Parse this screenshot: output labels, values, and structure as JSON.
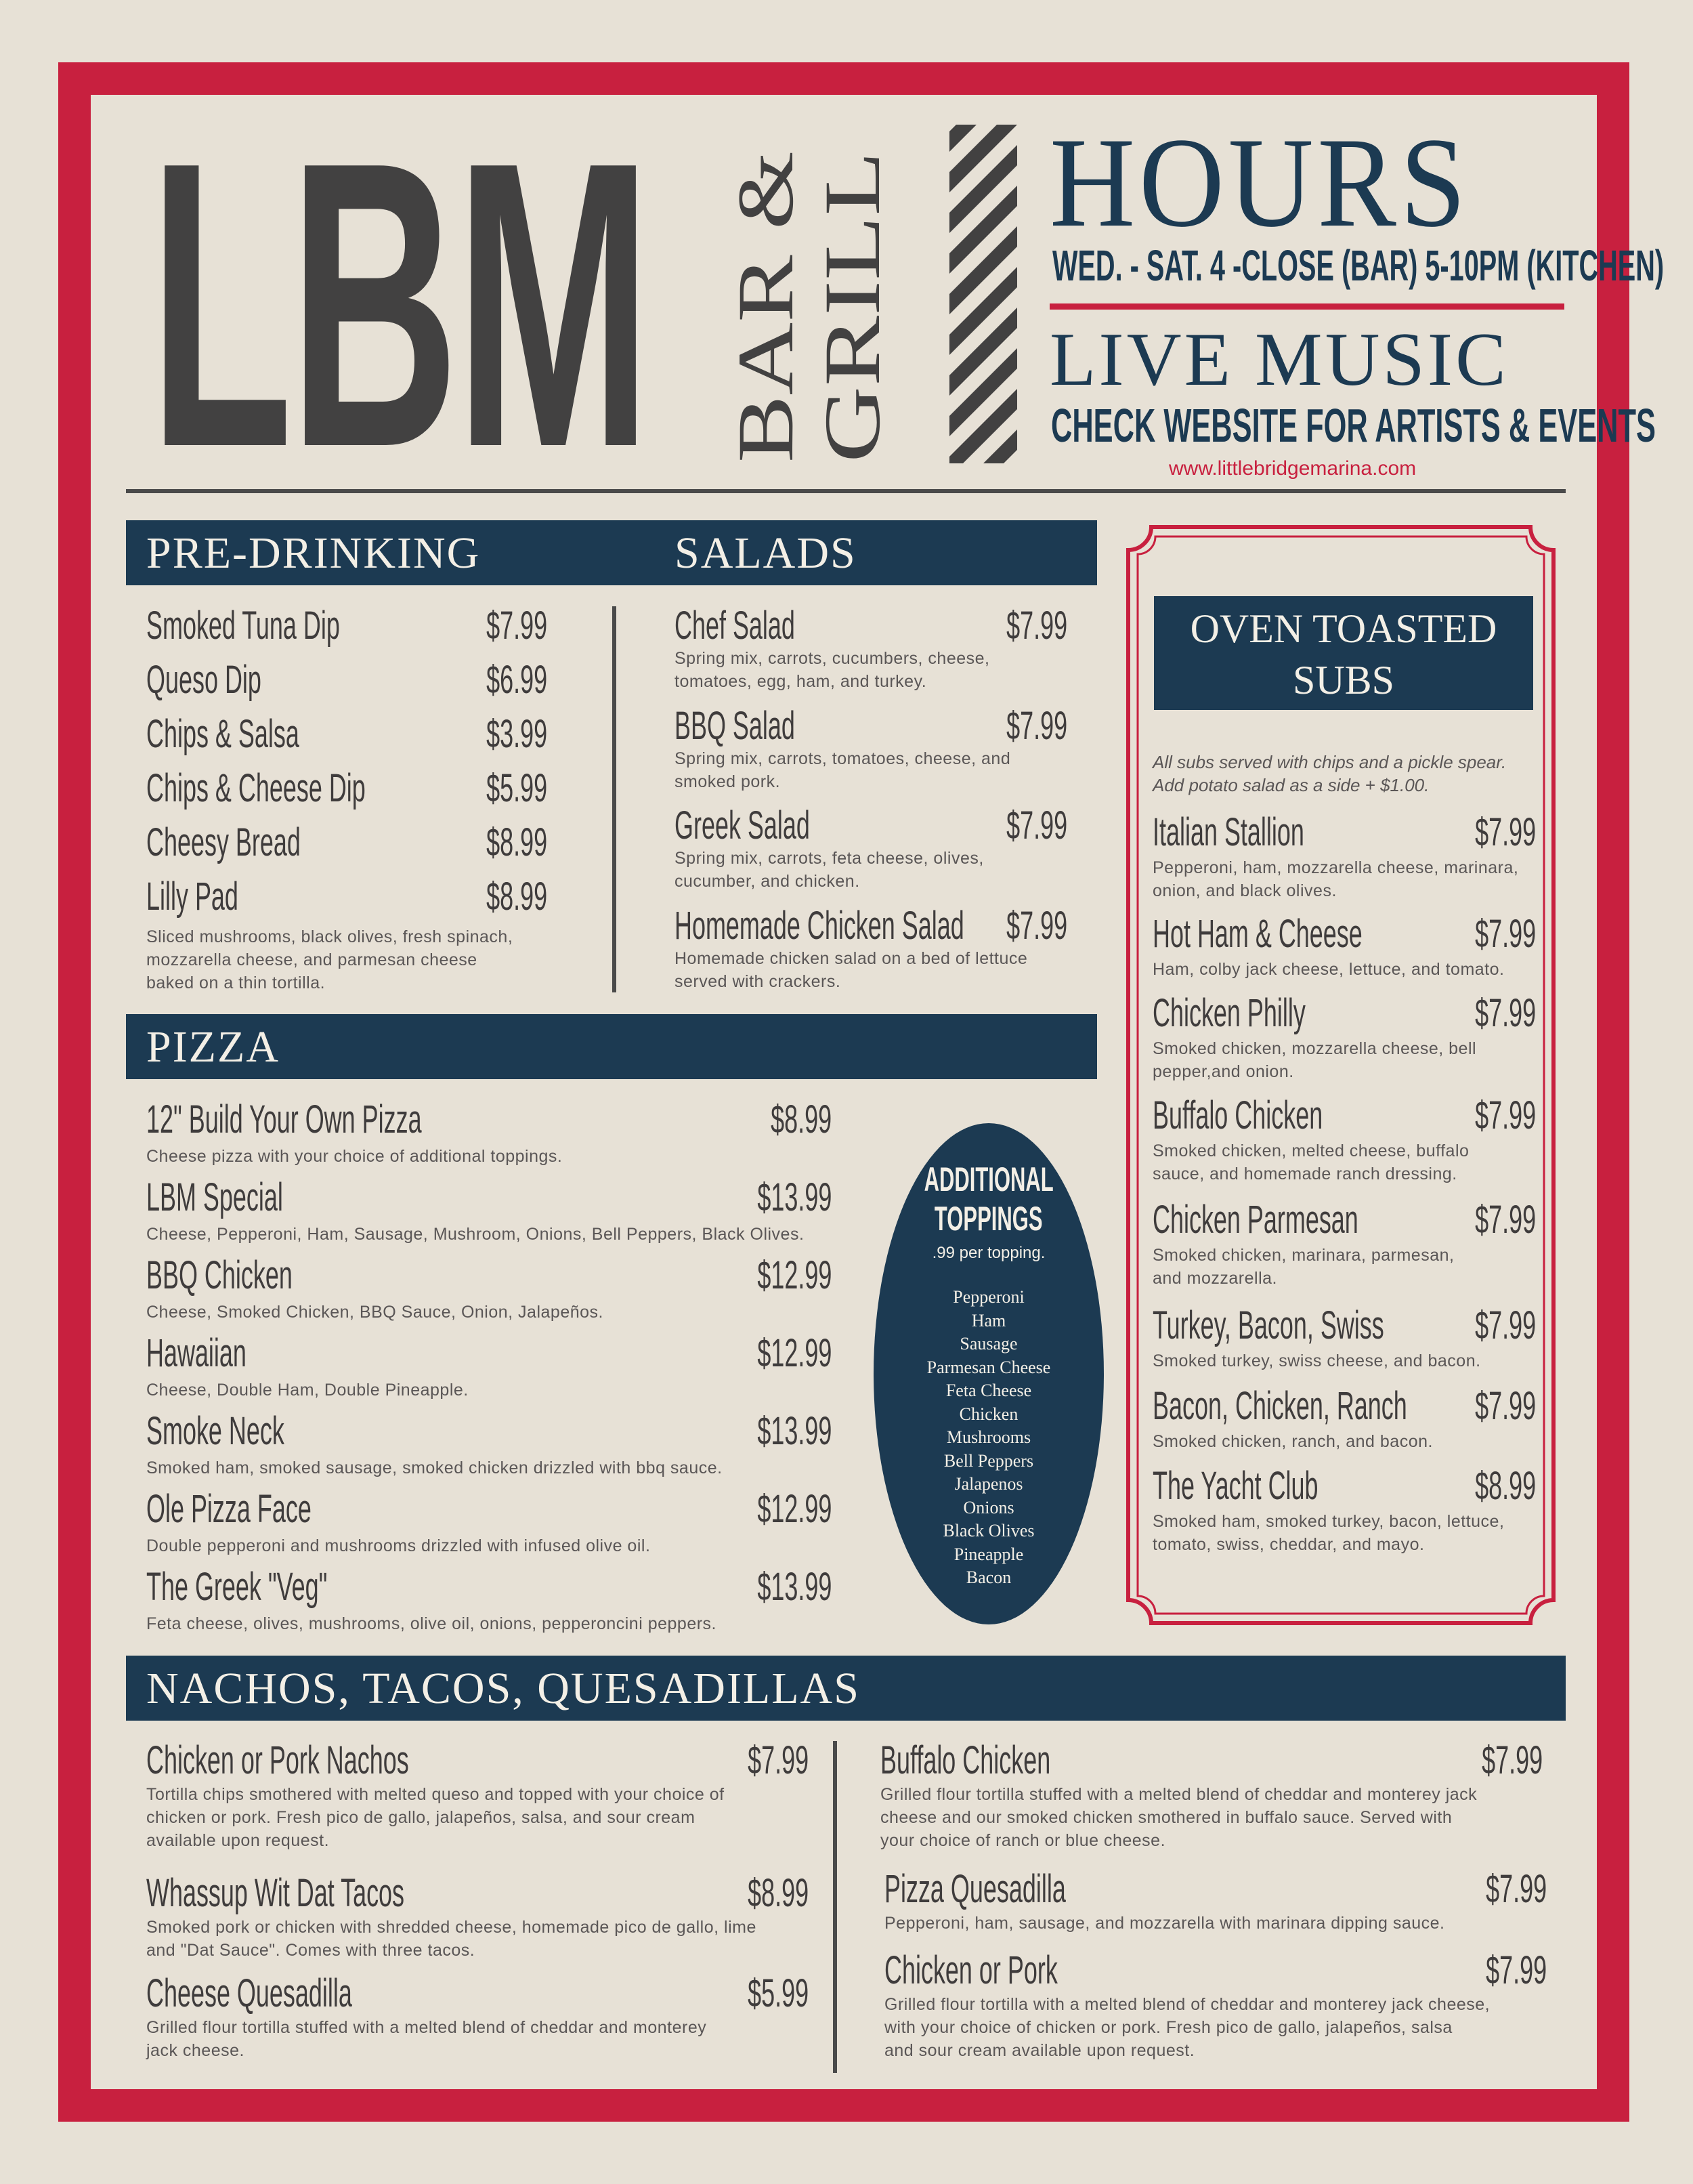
{
  "header": {
    "logo": "LBM",
    "logo_sub_1": "BAR &",
    "logo_sub_2": "GRILL",
    "hours_title": "HOURS",
    "hours_text": "WED. - SAT. 4 -CLOSE (BAR) 5-10PM (KITCHEN)",
    "live_title": "LIVE MUSIC",
    "live_sub": "CHECK WEBSITE FOR ARTISTS & EVENTS",
    "website": "www.littlebridgemarina.com"
  },
  "pre_drinking": {
    "title": "PRE-DRINKING",
    "items": [
      {
        "name": "Smoked Tuna Dip",
        "price": "$7.99"
      },
      {
        "name": "Queso Dip",
        "price": "$6.99"
      },
      {
        "name": "Chips & Salsa",
        "price": "$3.99"
      },
      {
        "name": "Chips & Cheese Dip",
        "price": "$5.99"
      },
      {
        "name": "Cheesy Bread",
        "price": "$8.99"
      },
      {
        "name": "Lilly Pad",
        "price": "$8.99",
        "desc": [
          "Sliced mushrooms, black olives, fresh spinach,",
          "mozzarella cheese, and parmesan cheese",
          "baked on a thin tortilla."
        ]
      }
    ]
  },
  "salads": {
    "title": "SALADS",
    "items": [
      {
        "name": "Chef Salad",
        "price": "$7.99",
        "desc": [
          "Spring mix, carrots, cucumbers, cheese,",
          "tomatoes, egg, ham, and turkey."
        ]
      },
      {
        "name": "BBQ Salad",
        "price": "$7.99",
        "desc": [
          "Spring mix, carrots, tomatoes, cheese, and",
          "smoked pork."
        ]
      },
      {
        "name": "Greek Salad",
        "price": "$7.99",
        "desc": [
          "Spring mix, carrots, feta cheese, olives,",
          "cucumber, and chicken."
        ]
      },
      {
        "name": "Homemade Chicken Salad",
        "price": "$7.99",
        "desc": [
          "Homemade chicken salad on a bed of lettuce",
          "served with crackers."
        ]
      }
    ]
  },
  "pizza": {
    "title": "PIZZA",
    "items": [
      {
        "name": "12\" Build Your Own Pizza",
        "price": "$8.99",
        "desc": "Cheese pizza with your choice of additional toppings."
      },
      {
        "name": "LBM Special",
        "price": "$13.99",
        "desc": "Cheese, Pepperoni, Ham, Sausage, Mushroom, Onions, Bell Peppers, Black Olives."
      },
      {
        "name": "BBQ Chicken",
        "price": "$12.99",
        "desc": "Cheese, Smoked Chicken, BBQ Sauce, Onion, Jalapeños."
      },
      {
        "name": "Hawaiian",
        "price": "$12.99",
        "desc": "Cheese, Double Ham, Double Pineapple."
      },
      {
        "name": "Smoke Neck",
        "price": "$13.99",
        "desc": "Smoked ham, smoked sausage, smoked chicken drizzled with bbq sauce."
      },
      {
        "name": "Ole Pizza Face",
        "price": "$12.99",
        "desc": "Double pepperoni and mushrooms drizzled with infused olive oil."
      },
      {
        "name": "The Greek \"Veg\"",
        "price": "$13.99",
        "desc": "Feta cheese, olives, mushrooms, olive oil, onions, pepperoncini peppers."
      }
    ]
  },
  "toppings": {
    "title_1": "ADDITIONAL",
    "title_2": "TOPPINGS",
    "sub": ".99 per topping.",
    "items": [
      "Pepperoni",
      "Ham",
      "Sausage",
      "Parmesan Cheese",
      "Feta Cheese",
      "Chicken",
      "Mushrooms",
      "Bell Peppers",
      "Jalapenos",
      "Onions",
      "Black Olives",
      "Pineapple",
      "Bacon"
    ]
  },
  "subs": {
    "title_1": "OVEN TOASTED",
    "title_2": "SUBS",
    "note_1": "All subs served with chips and a pickle spear.",
    "note_2": "Add potato salad as a side + $1.00.",
    "items": [
      {
        "name": "Italian Stallion",
        "price": "$7.99",
        "desc": [
          "Pepperoni, ham, mozzarella cheese, marinara,",
          "onion, and black olives."
        ]
      },
      {
        "name": "Hot Ham & Cheese",
        "price": "$7.99",
        "desc": [
          "Ham, colby jack cheese, lettuce, and tomato."
        ]
      },
      {
        "name": "Chicken Philly",
        "price": "$7.99",
        "desc": [
          "Smoked chicken, mozzarella cheese, bell",
          "pepper,and onion."
        ]
      },
      {
        "name": "Buffalo Chicken",
        "price": "$7.99",
        "desc": [
          "Smoked chicken, melted cheese, buffalo",
          "sauce, and homemade ranch dressing."
        ]
      },
      {
        "name": "Chicken Parmesan",
        "price": "$7.99",
        "desc": [
          "Smoked chicken, marinara, parmesan,",
          "and mozzarella."
        ]
      },
      {
        "name": "Turkey, Bacon, Swiss",
        "price": "$7.99",
        "desc": [
          "Smoked turkey, swiss cheese, and bacon."
        ]
      },
      {
        "name": "Bacon, Chicken, Ranch",
        "price": "$7.99",
        "desc": [
          "Smoked chicken, ranch, and bacon."
        ]
      },
      {
        "name": "The Yacht Club",
        "price": "$8.99",
        "desc": [
          "Smoked ham, smoked turkey, bacon, lettuce,",
          "tomato, swiss, cheddar, and mayo."
        ]
      }
    ]
  },
  "nachos": {
    "title": "NACHOS, TACOS, QUESADILLAS",
    "left": [
      {
        "name": "Chicken or Pork Nachos",
        "price": "$7.99",
        "desc": [
          "Tortilla chips smothered with melted queso and topped with your choice of",
          "chicken or pork. Fresh pico de gallo, jalapeños, salsa, and sour cream",
          "available upon request."
        ]
      },
      {
        "name": "Whassup Wit Dat Tacos",
        "price": "$8.99",
        "desc": [
          "Smoked pork or chicken with shredded cheese, homemade pico de gallo, lime",
          "and \"Dat Sauce\". Comes with three tacos."
        ]
      },
      {
        "name": "Cheese Quesadilla",
        "price": "$5.99",
        "desc": [
          "Grilled flour tortilla stuffed with a melted blend of cheddar and monterey",
          "jack cheese."
        ]
      }
    ],
    "right": [
      {
        "name": "Buffalo Chicken",
        "price": "$7.99",
        "desc": [
          "Grilled flour tortilla stuffed with a melted blend of cheddar and monterey jack",
          "cheese and our smoked chicken smothered in buffalo sauce. Served with",
          "your choice of ranch or blue cheese."
        ]
      },
      {
        "name": "Pizza Quesadilla",
        "price": "$7.99",
        "desc": [
          "Pepperoni, ham, sausage, and mozzarella with marinara dipping sauce."
        ]
      },
      {
        "name": "Chicken or Pork",
        "price": "$7.99",
        "desc": [
          "Grilled flour tortilla with a melted blend of cheddar and monterey jack cheese,",
          "with your choice of chicken or pork. Fresh pico de gallo, jalapeños, salsa",
          "and sour cream available upon request."
        ]
      }
    ]
  },
  "colors": {
    "frame_red": "#c8203f",
    "navy": "#1c3a52",
    "paper": "#e7e1d6",
    "text": "#3f3c3c"
  }
}
